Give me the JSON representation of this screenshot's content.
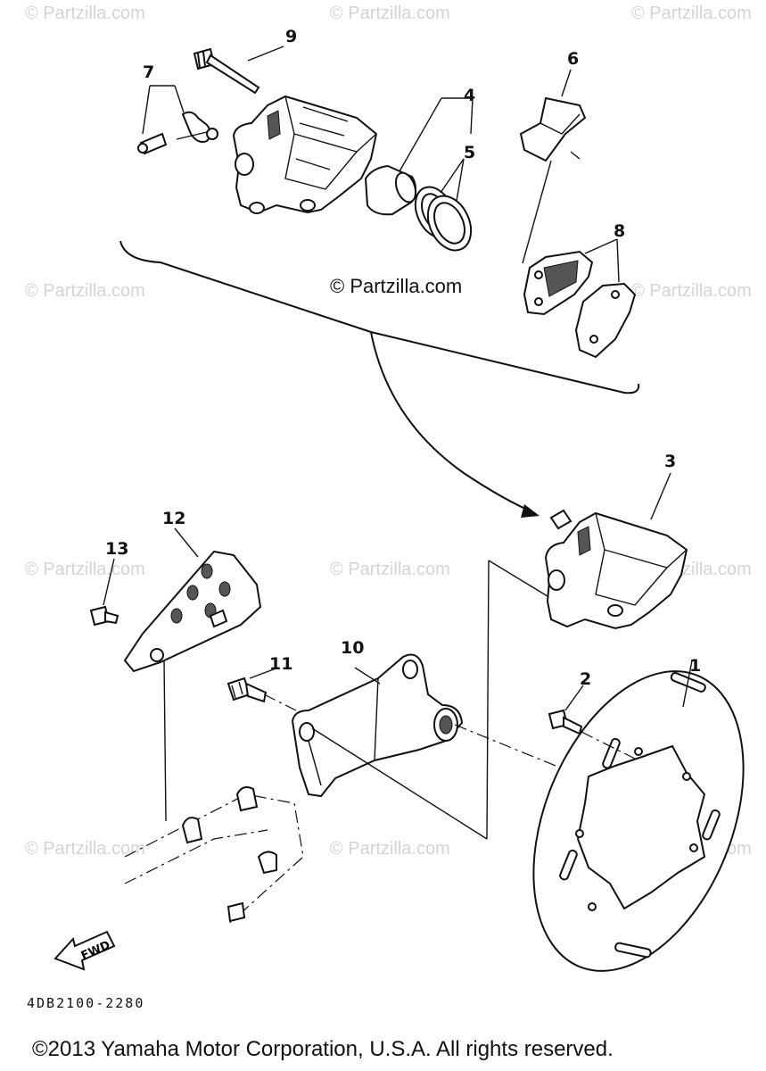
{
  "watermarks": [
    "© Partzilla.com",
    "© Partzilla.com",
    "© Partzilla.com",
    "© Partzilla.com",
    "© Partzilla.com",
    "© Partzilla.com",
    "© Partzilla.com",
    "© Partzilla.com",
    "© Partzilla.com",
    "© Partzilla.com",
    "© Partzilla.com"
  ],
  "center_watermark": "© Partzilla.com",
  "callouts": [
    "1",
    "2",
    "3",
    "4",
    "5",
    "6",
    "7",
    "8",
    "9",
    "10",
    "11",
    "12",
    "13"
  ],
  "direction_label": "FWD",
  "diagram_code": "4DB2100-2280",
  "copyright": "©2013  Yamaha Motor Corporation, U.S.A. All rights reserved."
}
